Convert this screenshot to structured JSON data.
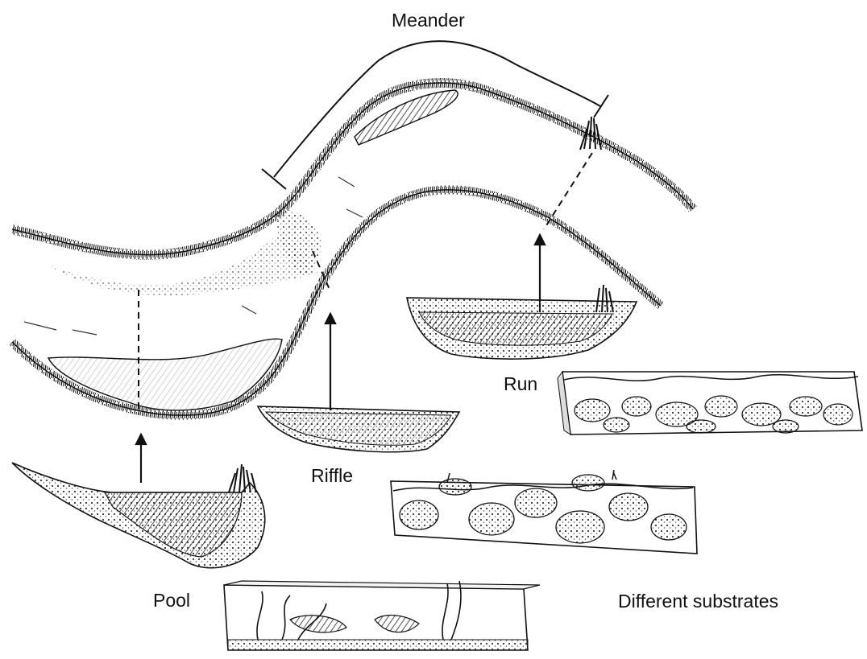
{
  "labels": {
    "meander": "Meander",
    "run": "Run",
    "riffle": "Riffle",
    "pool": "Pool",
    "substrates": "Different substrates"
  },
  "colors": {
    "ink": "#111111",
    "shade": "#555555",
    "paper": "#ffffff"
  }
}
